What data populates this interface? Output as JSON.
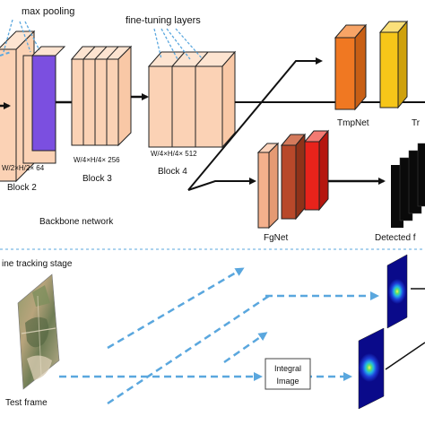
{
  "labels": {
    "max_pooling": "max pooling",
    "fine_tuning": "fine-tuning layers",
    "block2_dims": "W/2×H/2× 64",
    "block2": "Block 2",
    "block3_dims": "W/4×H/4× 256",
    "block3": "Block 3",
    "block4_dims": "W/4×H/4× 512",
    "block4": "Block 4",
    "backbone": "Backbone network",
    "tmpnet": "TmpNet",
    "tr_partial": "Tr",
    "fgnet": "FgNet",
    "detected_partial": "Detected f",
    "tracking_stage_partial": "ine tracking stage",
    "test_frame": "Test frame",
    "integral_line1": "Integral",
    "integral_line2": "Image"
  },
  "colors": {
    "block_fill": "#fbd2b5",
    "block_stroke": "#222222",
    "pool_fill": "#7b4fe0",
    "tmp_orange": "#f07822",
    "tmp_yellow": "#f6c619",
    "fg_salmon": "#f4b08c",
    "fg_brown": "#b8482a",
    "fg_red": "#e8231b",
    "dash_blue": "#5aa7de",
    "arrow": "#111111"
  }
}
